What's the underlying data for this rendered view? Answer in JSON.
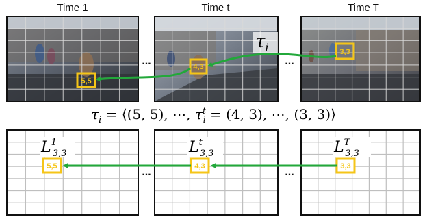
{
  "time_labels": [
    "Time 1",
    "Time t",
    "Time T"
  ],
  "ellipsis": "...",
  "tau_label": {
    "symbol": "τ",
    "subscript": "i"
  },
  "trajectory_equation": {
    "lhs_symbol": "τ",
    "lhs_sub": "i",
    "eq": "=",
    "open": "⟨",
    "first": "(5, 5)",
    "sep": ", ",
    "dots": "⋯",
    "mid_symbol": "τ",
    "mid_sub": "i",
    "mid_sup": "t",
    "mid_val": "(4, 3)",
    "last": "(3, 3)",
    "close": "⟩"
  },
  "frames": [
    {
      "time_label": "Time 1",
      "cell_label": "5,5",
      "cell": [
        5,
        5
      ]
    },
    {
      "time_label": "Time t",
      "cell_label": "4,3",
      "cell": [
        4,
        3
      ]
    },
    {
      "time_label": "Time T",
      "cell_label": "3,3",
      "cell": [
        3,
        3
      ]
    }
  ],
  "loss_panels": [
    {
      "symbol": "L",
      "sub": "3,3",
      "sup": "1",
      "cell_label": "5,5",
      "cell": [
        5,
        5
      ]
    },
    {
      "symbol": "L",
      "sub": "3,3",
      "sup": "t",
      "cell_label": "4,3",
      "cell": [
        4,
        3
      ]
    },
    {
      "symbol": "L",
      "sub": "3,3",
      "sup": "T",
      "cell_label": "3,3",
      "cell": [
        3,
        3
      ]
    }
  ],
  "colors": {
    "highlight": "#F5C518",
    "arrow": "#22A83A",
    "frame_border": "#111111",
    "grid_line_photo": "#D9D9D9",
    "grid_line_panel": "#BFBFBF"
  }
}
